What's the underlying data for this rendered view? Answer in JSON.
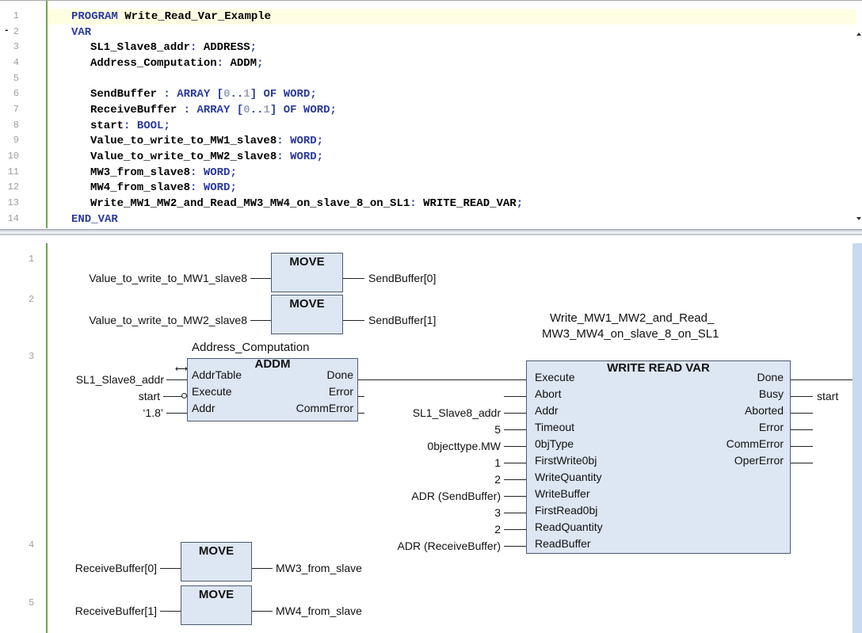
{
  "declaration": {
    "line_numbers": [
      "1",
      "2",
      "3",
      "4",
      "5",
      "6",
      "7",
      "8",
      "9",
      "10",
      "11",
      "12",
      "13",
      "14"
    ],
    "collapse_symbol": "-",
    "program_kw": "PROGRAM",
    "program_name": "Write_Read_Var_Example",
    "var_kw": "VAR",
    "end_var_kw": "END_VAR",
    "of_kw": "OF",
    "colon": ":",
    "semicolon": ";",
    "vars": {
      "sl1_addr": {
        "name": "SL1_Slave8_addr",
        "type": "ADDRESS"
      },
      "addr_comp": {
        "name": "Address_Computation",
        "type": "ADDM"
      },
      "send_buffer": {
        "name": "SendBuffer",
        "sep": " : ",
        "array_kw": "ARRAY",
        "lo": "0",
        "hi": "1",
        "type": "WORD"
      },
      "receive_buffer": {
        "name": "ReceiveBuffer",
        "sep": " : ",
        "array_kw": "ARRAY",
        "lo": "0",
        "hi": "1",
        "type": "WORD"
      },
      "start": {
        "name": "start",
        "type": "BOOL"
      },
      "mw1": {
        "name": "Value_to_write_to_MW1_slave8",
        "type": "WORD"
      },
      "mw2": {
        "name": "Value_to_write_to_MW2_slave8",
        "type": "WORD"
      },
      "mw3": {
        "name": "MW3_from_slave8",
        "type": "WORD"
      },
      "mw4": {
        "name": "MW4_from_slave8",
        "type": "WORD"
      },
      "wrv": {
        "name": "Write_MW1_MW2_and_Read_MW3_MW4_on_slave_8_on_SL1",
        "type": "WRITE_READ_VAR"
      }
    }
  },
  "fbd": {
    "network_numbers": [
      "1",
      "2",
      "3",
      "4",
      "5"
    ],
    "move_label": "MOVE",
    "net1": {
      "input": "Value_to_write_to_MW1_slave8",
      "output": "SendBuffer[0]"
    },
    "net2": {
      "input": "Value_to_write_to_MW2_slave8",
      "output": "SendBuffer[1]"
    },
    "addm": {
      "instance": "Address_Computation",
      "type": "ADDM",
      "inputs": {
        "addr_table": "AddrTable",
        "execute": "Execute",
        "addr": "Addr"
      },
      "outputs": {
        "done": "Done",
        "error": "Error",
        "comm_error": "CommError"
      },
      "actuals": {
        "addr_table": "SL1_Slave8_addr",
        "execute": "start",
        "addr": "‘1.8’"
      }
    },
    "wrv": {
      "instance_line1": "Write_MW1_MW2_and_Read_",
      "instance_line2": "MW3_MW4_on_slave_8_on_SL1",
      "type": "WRITE READ VAR",
      "inputs": [
        "Execute",
        "Abort",
        "Addr",
        "Timeout",
        "0bjType",
        "FirstWrite0bj",
        "WriteQuantity",
        "WriteBuffer",
        "FirstRead0bj",
        "ReadQuantity",
        "ReadBuffer"
      ],
      "actuals": [
        "",
        "",
        "SL1_Slave8_addr",
        "5",
        "0bjecttype.MW",
        "1",
        "2",
        "ADR (SendBuffer)",
        "3",
        "2",
        "ADR (ReceiveBuffer)"
      ],
      "outputs": [
        "Done",
        "Busy",
        "Aborted",
        "Error",
        "CommError",
        "OperError"
      ],
      "output_actuals": {
        "busy": "start"
      }
    },
    "net4": {
      "input": "ReceiveBuffer[0]",
      "output": "MW3_from_slave"
    },
    "net5": {
      "input": "ReceiveBuffer[1]",
      "output": "MW4_from_slave"
    }
  }
}
